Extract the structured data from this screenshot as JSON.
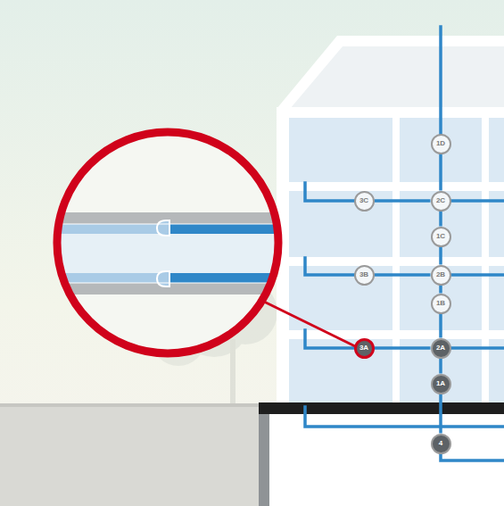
{
  "diagram": {
    "nodes": [
      {
        "text": [
          "1D"
        ]
      },
      {
        "text": [
          "3C"
        ]
      },
      {
        "text": [
          "2C"
        ]
      },
      {
        "text": [
          "1C"
        ]
      },
      {
        "text": [
          "3B"
        ]
      },
      {
        "text": [
          "2B"
        ]
      },
      {
        "text": [
          "1B"
        ]
      },
      {
        "text": [
          "3A"
        ]
      },
      {
        "text": [
          "2A"
        ]
      },
      {
        "text": [
          "1A"
        ]
      },
      {
        "text": [
          "4"
        ]
      }
    ],
    "edges": [
      {
        "from": 0,
        "to": 2,
        "arrow": "none"
      },
      {
        "from": 2,
        "to": 3,
        "arrow": "none"
      },
      {
        "from": 3,
        "to": 5,
        "arrow": "none"
      },
      {
        "from": 5,
        "to": 6,
        "arrow": "none"
      },
      {
        "from": 6,
        "to": 8,
        "arrow": "none"
      },
      {
        "from": 8,
        "to": 9,
        "arrow": "none"
      },
      {
        "from": 9,
        "to": 10,
        "arrow": "none"
      },
      {
        "from": 1,
        "to": 2,
        "arrow": "none"
      },
      {
        "from": 4,
        "to": 5,
        "arrow": "none"
      },
      {
        "from": 7,
        "to": 8,
        "arrow": "none"
      }
    ]
  }
}
